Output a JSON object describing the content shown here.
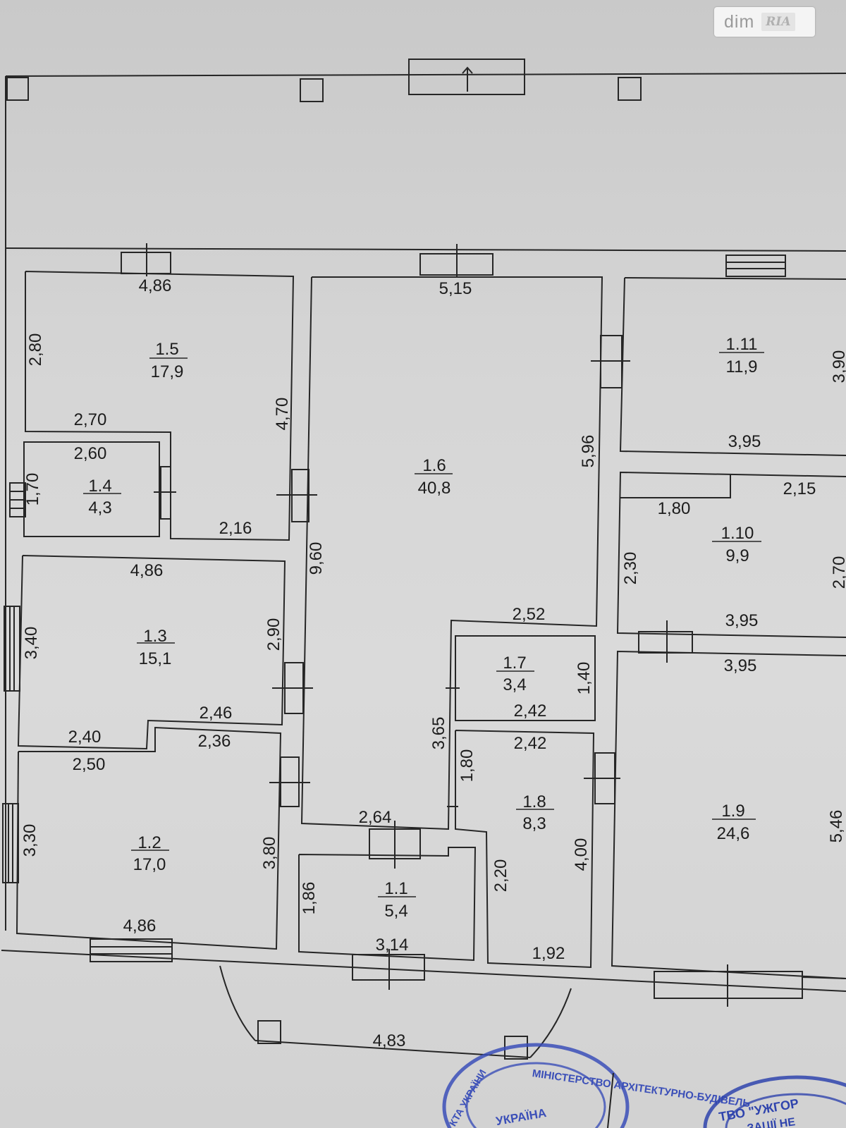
{
  "watermark": {
    "brand": "dim",
    "logo": "RIA"
  },
  "rooms": [
    {
      "id": "1.1",
      "area": "5,4"
    },
    {
      "id": "1.2",
      "area": "17,0"
    },
    {
      "id": "1.3",
      "area": "15,1"
    },
    {
      "id": "1.4",
      "area": "4,3"
    },
    {
      "id": "1.5",
      "area": "17,9"
    },
    {
      "id": "1.6",
      "area": "40,8"
    },
    {
      "id": "1.7",
      "area": "3,4"
    },
    {
      "id": "1.8",
      "area": "8,3"
    },
    {
      "id": "1.9",
      "area": "24,6"
    },
    {
      "id": "1.10",
      "area": "9,9"
    },
    {
      "id": "1.11",
      "area": "11,9"
    }
  ],
  "dimensions": [
    "4,86",
    "5,15",
    "2,80",
    "4,70",
    "2,70",
    "2,60",
    "1,70",
    "2,16",
    "4,86",
    "9,60",
    "3,40",
    "2,90",
    "2,46",
    "2,40",
    "2,36",
    "2,50",
    "3,30",
    "3,80",
    "4,86",
    "2,64",
    "1,86",
    "3,14",
    "4,83",
    "2,52",
    "1,40",
    "2,42",
    "2,42",
    "3,65",
    "1,80",
    "4,00",
    "2,20",
    "1,92",
    "5,96",
    "3,95",
    "2,15",
    "1,80",
    "2,30",
    "3,95",
    "3,95",
    "5,46",
    "3,90",
    "2,70"
  ],
  "stamps": {
    "left_ring": "МІНІСТЕРСТВО АРХІТЕКТУРНО-БУДІВЕЛЬ",
    "left_inner": "УКРАЇНА",
    "left_side": "КТА УКРАЇНИ",
    "right_ring": "ТВО \"УЖГОР",
    "right_inner": "ЗАЦІЇ НЕ"
  }
}
